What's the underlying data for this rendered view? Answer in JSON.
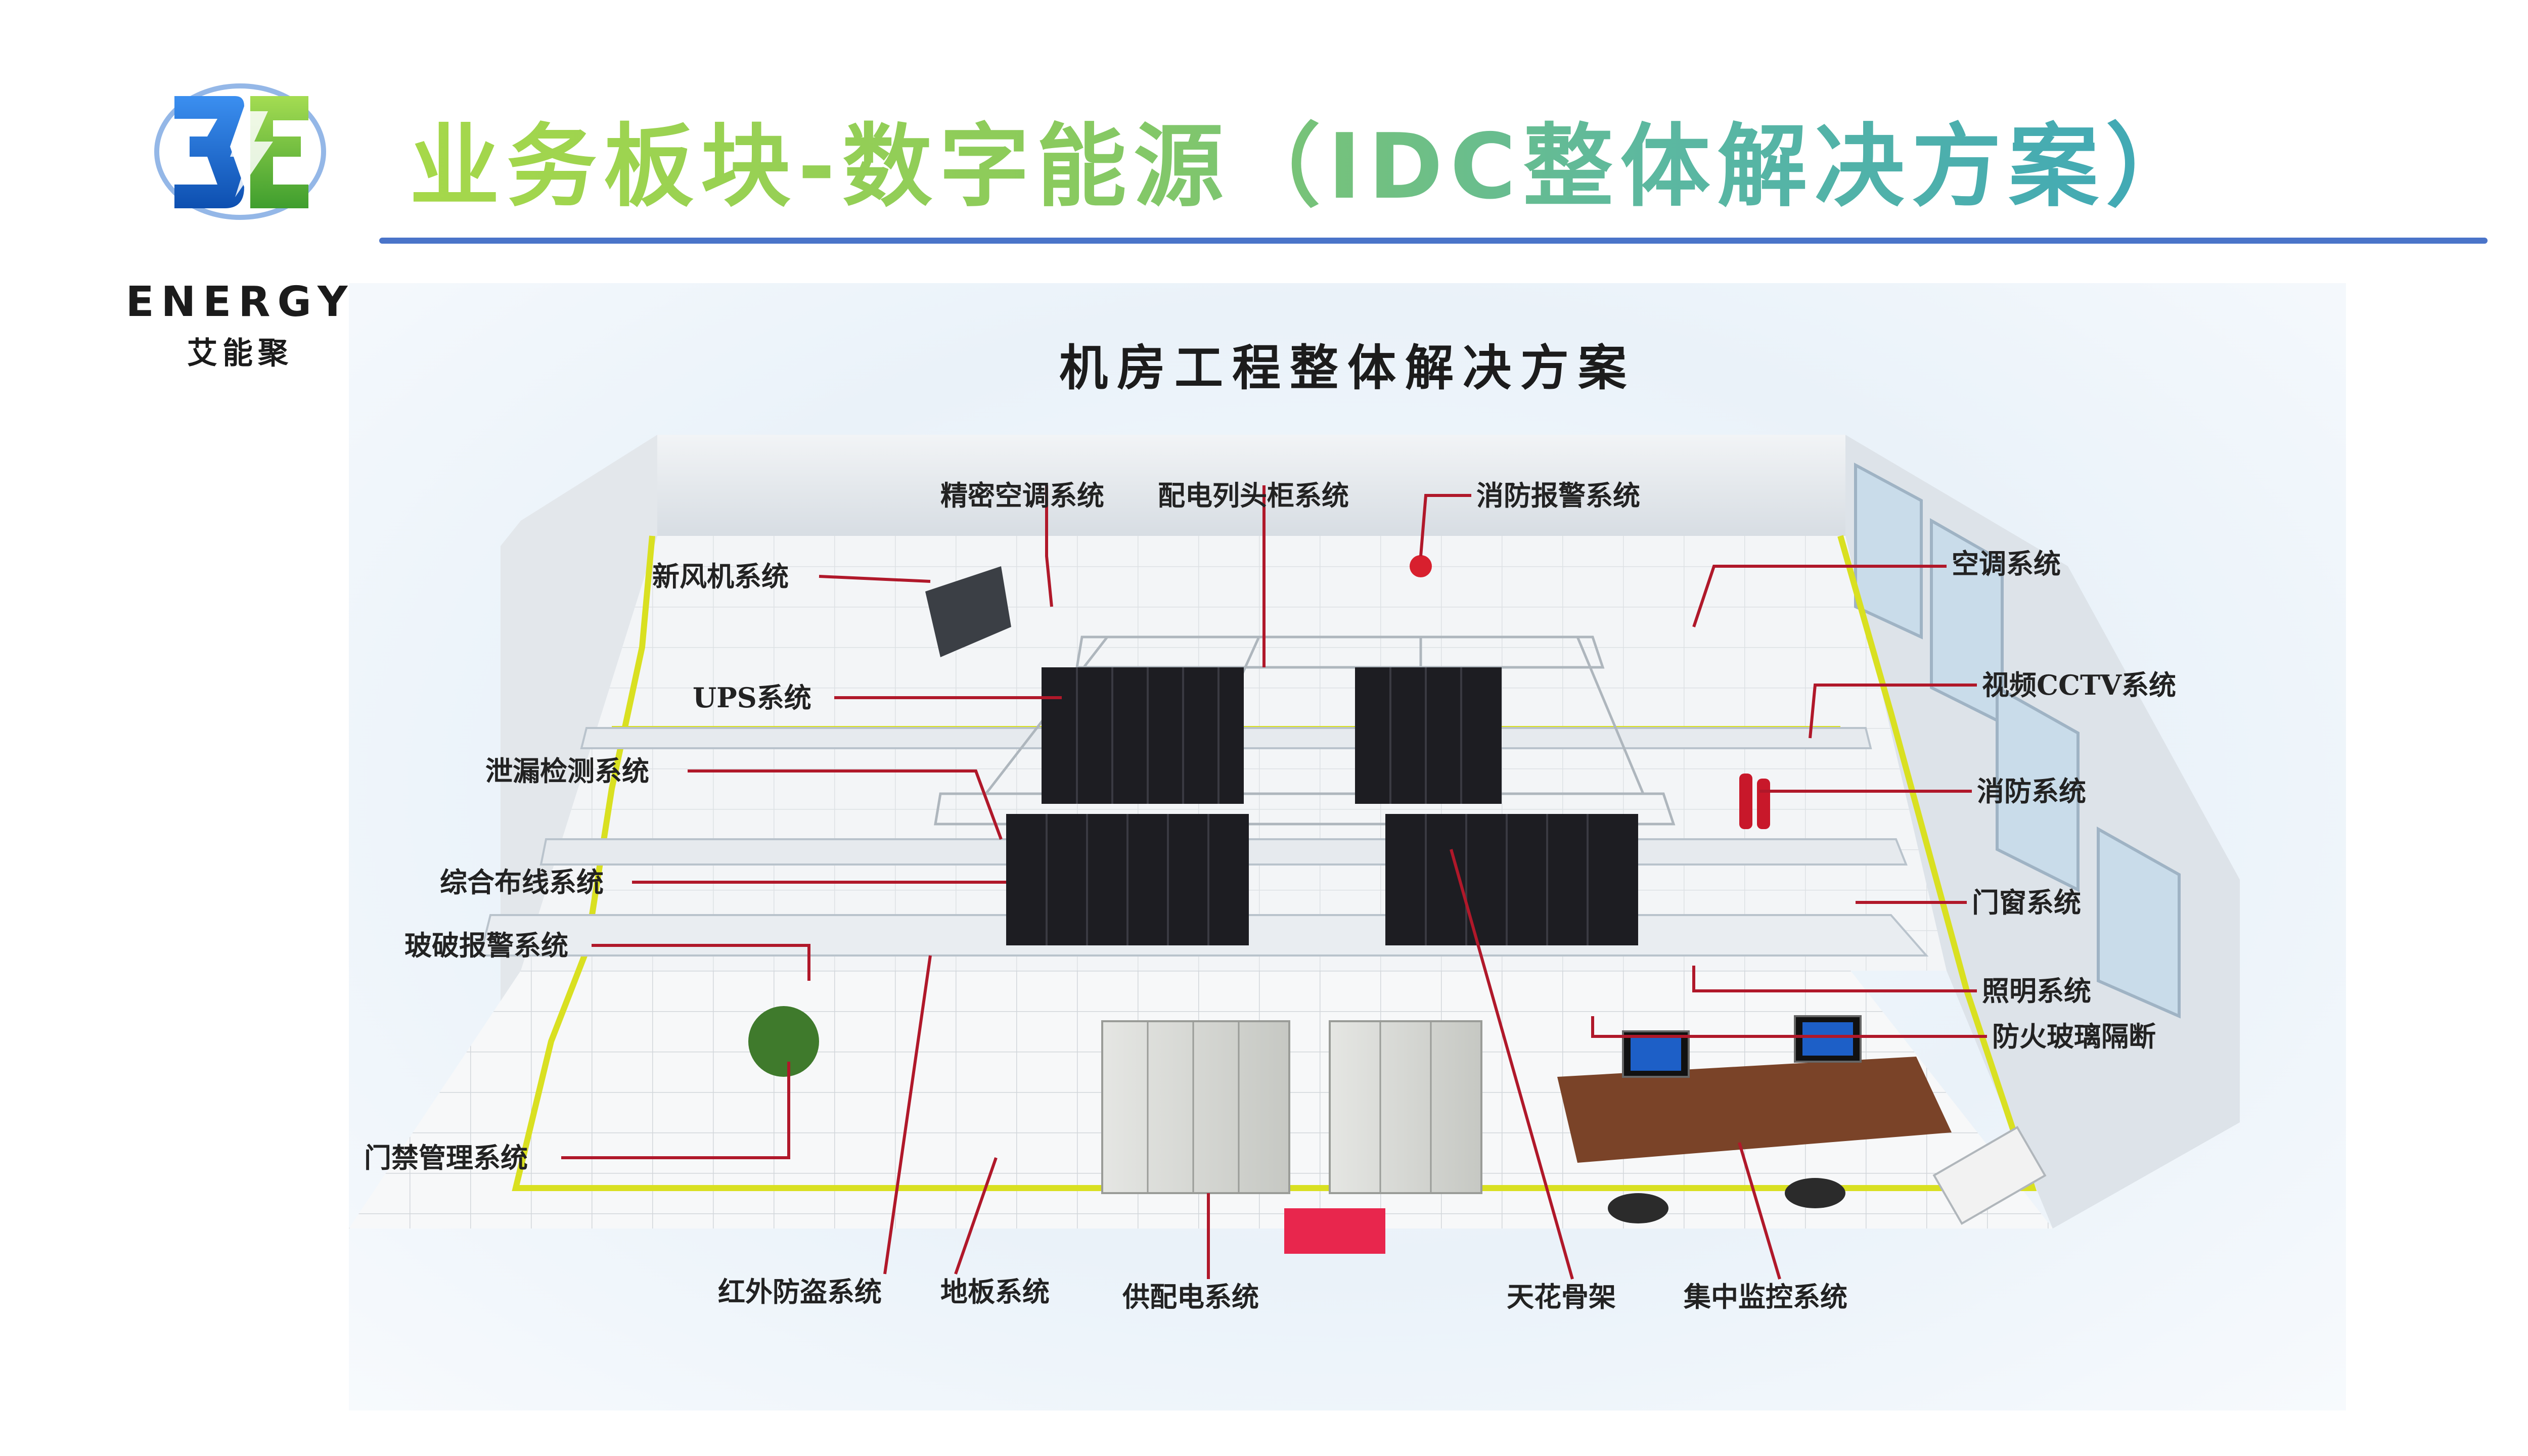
{
  "header": {
    "title": "业务板块-数字能源（IDC整体解决方案）",
    "logo": {
      "english_name": "ENERGY",
      "chinese_name": "艾能聚",
      "icon": "energy-logo-icon",
      "colors": {
        "blue": "#1f6fd1",
        "green": "#7ac943"
      }
    },
    "rule_color": "#4a74c9"
  },
  "diagram": {
    "title": "机房工程整体解决方案",
    "labels": {
      "jingmi_kongtiao": "精密空调系统",
      "peidian_lietou": "配电列头柜系统",
      "xiaofang_baojing": "消防报警系统",
      "kongtiao": "空调系统",
      "xinfengji": "新风机系统",
      "ups": "UPS系统",
      "shipin_cctv": "视频CCTV系统",
      "xielou_jiance": "泄漏检测系统",
      "xiaofang": "消防系统",
      "zonghe_buxian": "综合布线系统",
      "menchuang": "门窗系统",
      "bopo_baojing": "玻破报警系统",
      "zhaoming": "照明系统",
      "fanghuo_boli": "防火玻璃隔断",
      "menjin_guanli": "门禁管理系统",
      "hongwai_fangdao": "红外防盗系统",
      "diban": "地板系统",
      "gongpeidian": "供配电系统",
      "tianhua_gujia": "天花骨架",
      "jizhong_jiankong": "集中监控系统"
    },
    "colors": {
      "leader_line": "#b0182a",
      "floor_edge": "#d9e021",
      "rack": "#1d1d22"
    }
  }
}
